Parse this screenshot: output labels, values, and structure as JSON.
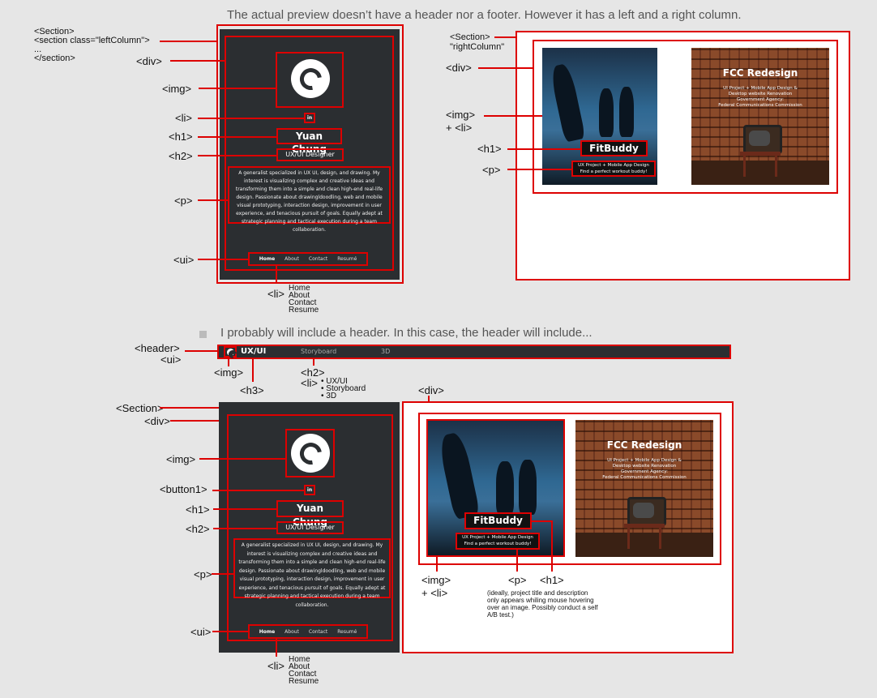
{
  "notes": {
    "top": "The actual preview doesn’t have a header nor a footer. However it has a left and a right column.",
    "middle": "I probably will include a header. In this case, the header will include...",
    "hover_note": "(ideally, project title and description\nonly appears whiling mouse hovering\nover an image. Possibly conduct a self\nA/B test.)"
  },
  "labels_top": {
    "section": "<Section>\n<section class=\"leftColumn\">\n...\n</section>",
    "div": "<div>",
    "img": "<img>",
    "li": "<li>",
    "h1": "<h1>",
    "h2": "<h2>",
    "p": "<p>",
    "ui": "<ui>",
    "li_bottom": "<li>",
    "li_items": "Home\nAbout\nContact\nResume",
    "right_section": "<Section>\n\"rightColumn\"",
    "right_div": "<div>",
    "right_img": "<img>\n+ <li>",
    "right_h1": "<h1>",
    "right_p": "<p>"
  },
  "labels_bottom": {
    "header": "<header>",
    "ui_header": "<ui>",
    "img": "<img>",
    "h3": "<h3>",
    "h2": "<h2>",
    "li": "<li>",
    "li_list": "• UX/UI\n• Storyboard\n• 3D",
    "div_right": "<div>",
    "section": "<Section>",
    "div": "<div>",
    "img2": "<img>",
    "button1": "<button1>",
    "h1": "<h1>",
    "h2b": "<h2>",
    "p": "<p>",
    "ui": "<ui>",
    "li_bottom": "<li>",
    "li_items": "Home\nAbout\nContact\nResume",
    "below_img": "<img>\n+ <li>",
    "below_p": "<p>",
    "below_h1": "<h1>"
  },
  "profile": {
    "linkedin": "in",
    "name": "Yuan Chung",
    "title": "UX/UI Designer",
    "bio": "A generalist specialized in UX UI, design, and drawing. My interest is visualizing complex and creative ideas and transforming them into a simple and clean high-end real-life design. Passionate about drawingldoodling, web and mobile visual prototyping, interaction design, improvement in user experience, and tenacious pursuit of goals. Equally adept at strategic planning and tactical execution during a team collaboration.",
    "nav": [
      "Home",
      "About",
      "Contact",
      "Resumé"
    ]
  },
  "header_bar": {
    "brand": "UX/UI",
    "items": [
      "Storyboard",
      "3D"
    ]
  },
  "projects": {
    "fitbuddy": {
      "title": "FitBuddy",
      "desc_line1": "UX Project + Mobile App Design",
      "desc_line2": "Find a perfect workout buddy!"
    },
    "fcc": {
      "title": "FCC Redesign",
      "line1": "UI Project + Mobile App Design &",
      "line2": "Desktop website Renovation",
      "line3": "Government Agency:",
      "line4": "Federal Communications Commission"
    }
  },
  "colors": {
    "annotation_red": "#d00000",
    "panel_dark": "#2b2e31",
    "background": "#e6e6e6"
  },
  "icons": [
    "logo-icon",
    "linkedin-icon",
    "bullet-icon"
  ]
}
